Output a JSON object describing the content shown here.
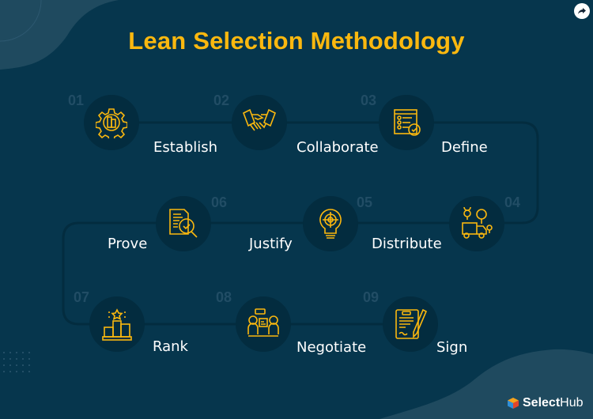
{
  "title": "Lean Selection Methodology",
  "colors": {
    "background": "#06364d",
    "accent": "#fbb80f",
    "node": "#032c3f",
    "step_number": "#214d65",
    "label": "#ffffff"
  },
  "share_button": {
    "icon": "share-arrow-icon"
  },
  "steps": [
    {
      "number": "01",
      "label": "Establish",
      "icon": "gear-buildings-icon"
    },
    {
      "number": "02",
      "label": "Collaborate",
      "icon": "handshake-icon"
    },
    {
      "number": "03",
      "label": "Define",
      "icon": "checklist-icon"
    },
    {
      "number": "04",
      "label": "Distribute",
      "icon": "delivery-truck-icon"
    },
    {
      "number": "05",
      "label": "Justify",
      "icon": "lightbulb-target-icon"
    },
    {
      "number": "06",
      "label": "Prove",
      "icon": "document-magnifier-icon"
    },
    {
      "number": "07",
      "label": "Rank",
      "icon": "podium-star-icon"
    },
    {
      "number": "08",
      "label": "Negotiate",
      "icon": "people-discussion-icon"
    },
    {
      "number": "09",
      "label": "Sign",
      "icon": "contract-pen-icon"
    }
  ],
  "brand": {
    "name_bold": "Select",
    "name_regular": "Hub"
  }
}
